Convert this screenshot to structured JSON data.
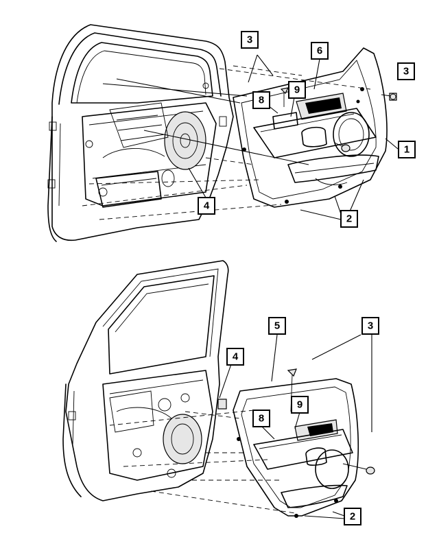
{
  "callouts": {
    "top": [
      {
        "id": "t3a",
        "label": "3"
      },
      {
        "id": "t6",
        "label": "6"
      },
      {
        "id": "t3b",
        "label": "3"
      },
      {
        "id": "t8",
        "label": "8"
      },
      {
        "id": "t9",
        "label": "9"
      },
      {
        "id": "t1",
        "label": "1"
      },
      {
        "id": "t4",
        "label": "4"
      },
      {
        "id": "t2",
        "label": "2"
      }
    ],
    "bottom": [
      {
        "id": "b5",
        "label": "5"
      },
      {
        "id": "b3",
        "label": "3"
      },
      {
        "id": "b4",
        "label": "4"
      },
      {
        "id": "b8",
        "label": "8"
      },
      {
        "id": "b9",
        "label": "9"
      },
      {
        "id": "b2",
        "label": "2"
      }
    ]
  }
}
